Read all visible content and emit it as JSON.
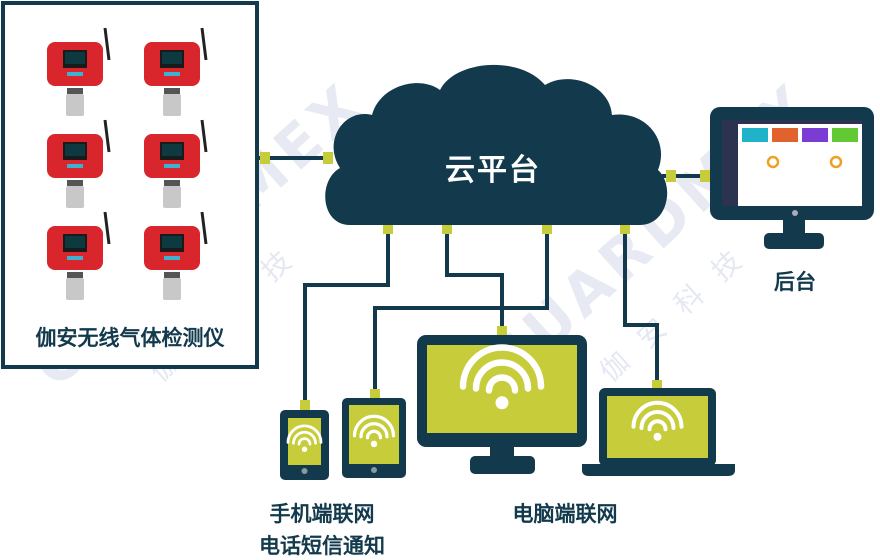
{
  "sensors_label": "伽安无线气体检测仪",
  "cloud_label": "云平台",
  "backend_label": "后台",
  "mobile_label_1": "手机端联网",
  "mobile_label_2": "电话短信通知",
  "pc_label": "电脑端联网",
  "watermark": {
    "brand": "GUARDMEX",
    "cn": "伽安科技"
  },
  "colors": {
    "navy": "#123a4c",
    "accent": "#c6cc3a",
    "sensor_red": "#d8262c"
  }
}
